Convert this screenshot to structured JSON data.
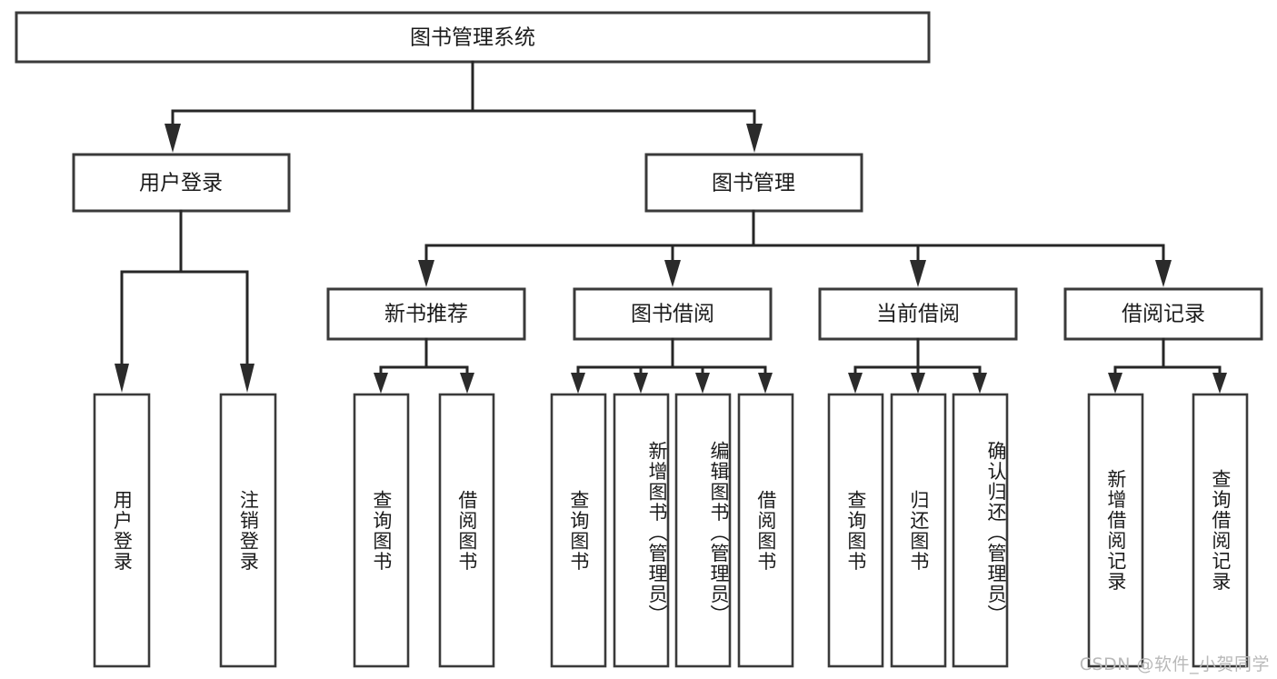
{
  "diagram": {
    "title": "图书管理系统",
    "type": "hierarchy-tree",
    "orientation": "top-down",
    "levels": 4,
    "colors": {
      "box_fill": "#ffffff",
      "box_stroke": "#3a3a3a",
      "connector": "#262626",
      "text": "#1b1b1b",
      "watermark": "#b9b9b9"
    },
    "root": {
      "label": "图书管理系统"
    },
    "level2": [
      {
        "label": "用户登录"
      },
      {
        "label": "图书管理"
      }
    ],
    "level3": [
      {
        "label": "新书推荐"
      },
      {
        "label": "图书借阅"
      },
      {
        "label": "当前借阅"
      },
      {
        "label": "借阅记录"
      }
    ],
    "leaves": {
      "user_login": [
        {
          "label": "用户登录"
        },
        {
          "label": "注销登录"
        }
      ],
      "new_book_recommend": [
        {
          "label": "查询图书"
        },
        {
          "label": "借阅图书"
        }
      ],
      "book_borrow": [
        {
          "label": "查询图书"
        },
        {
          "label": "新增图书（管理员）"
        },
        {
          "label": "编辑图书（管理员）"
        },
        {
          "label": "借阅图书"
        }
      ],
      "current_borrow": [
        {
          "label": "查询图书"
        },
        {
          "label": "归还图书"
        },
        {
          "label": "确认归还（管理员）"
        }
      ],
      "borrow_record": [
        {
          "label": "新增借阅记录"
        },
        {
          "label": "查询借阅记录"
        }
      ]
    }
  },
  "watermark": {
    "text": "CSDN @软件_小贺同学"
  }
}
